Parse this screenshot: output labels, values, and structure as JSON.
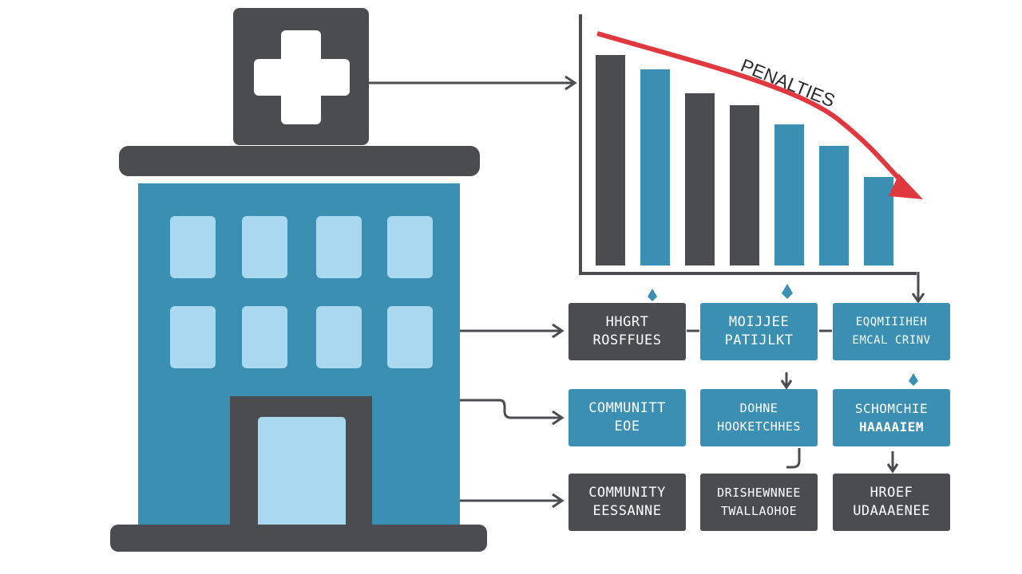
{
  "colors": {
    "dark": "#4a4c4f",
    "blue": "#3a8fb3",
    "window": "#a9d8ef",
    "penalty_arrow": "#e0383e"
  },
  "icons": {
    "building": "hospital-building-icon",
    "cross": "medical-cross-icon"
  },
  "chart_data": {
    "type": "bar",
    "title": "",
    "annotation": "PENALTIES",
    "series": [
      {
        "values": [
          88,
          82,
          72,
          67,
          59,
          50,
          37
        ],
        "colors": [
          "#4a4c4f",
          "#3a8fb3",
          "#4a4c4f",
          "#4a4c4f",
          "#3a8fb3",
          "#3a8fb3",
          "#3a8fb3"
        ]
      }
    ],
    "trend": "decreasing",
    "ylim": [
      0,
      100
    ],
    "grid": false
  },
  "boxes": [
    {
      "id": "r1c1",
      "style": "dark",
      "line1": "HHGRT",
      "line2": "ROSFFUES"
    },
    {
      "id": "r1c2",
      "style": "blue",
      "line1": "MOIJJEE",
      "line2": "PATIJLKT"
    },
    {
      "id": "r1c3",
      "style": "blue",
      "line1": "EQQMIIIHEH",
      "line2": "EMCAL CRINV"
    },
    {
      "id": "r2c1",
      "style": "blue",
      "line1": "COMMUNITT",
      "line2": "EOE"
    },
    {
      "id": "r2c2",
      "style": "blue",
      "line1": "DOHNE",
      "line2": "HOOKETCHHES"
    },
    {
      "id": "r2c3",
      "style": "blue",
      "line1": "SCHOMCHIE",
      "line2": "HAAAAIEM"
    },
    {
      "id": "r3c1",
      "style": "dark",
      "line1": "COMMUNITY",
      "line2": "EESSANNE"
    },
    {
      "id": "r3c2",
      "style": "dark",
      "line1": "DRISHEWNNEE",
      "line2": "TWALLAOHOE"
    },
    {
      "id": "r3c3",
      "style": "dark",
      "line1": "HROEF",
      "line2": "UDAAAENEE"
    }
  ]
}
